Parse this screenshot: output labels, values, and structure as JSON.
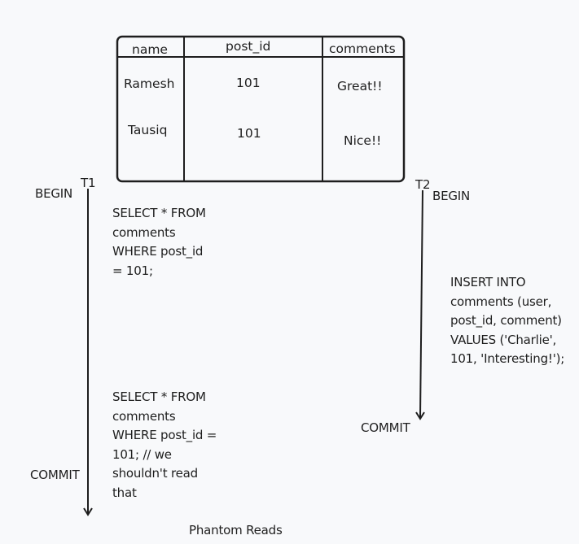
{
  "table": {
    "headers": [
      "name",
      "post_id",
      "comments"
    ],
    "rows": [
      [
        "Ramesh",
        "101",
        "Great!!"
      ],
      [
        "Tausiq",
        "101",
        "Nice!!"
      ]
    ]
  },
  "t1": {
    "label": "T1",
    "begin": "BEGIN",
    "commit": "COMMIT",
    "query1": [
      "SELECT * FROM",
      "comments",
      "WHERE post_id",
      "= 101;"
    ],
    "query2": [
      "SELECT * FROM",
      "comments",
      "WHERE post_id =",
      "101; // we",
      "shouldn't read",
      "that"
    ]
  },
  "t2": {
    "label": "T2",
    "begin": "BEGIN",
    "commit": "COMMIT",
    "query": [
      "INSERT INTO",
      "comments (user,",
      "post_id, comment)",
      "VALUES ('Charlie',",
      "101, 'Interesting!');"
    ]
  },
  "caption": "Phantom Reads"
}
